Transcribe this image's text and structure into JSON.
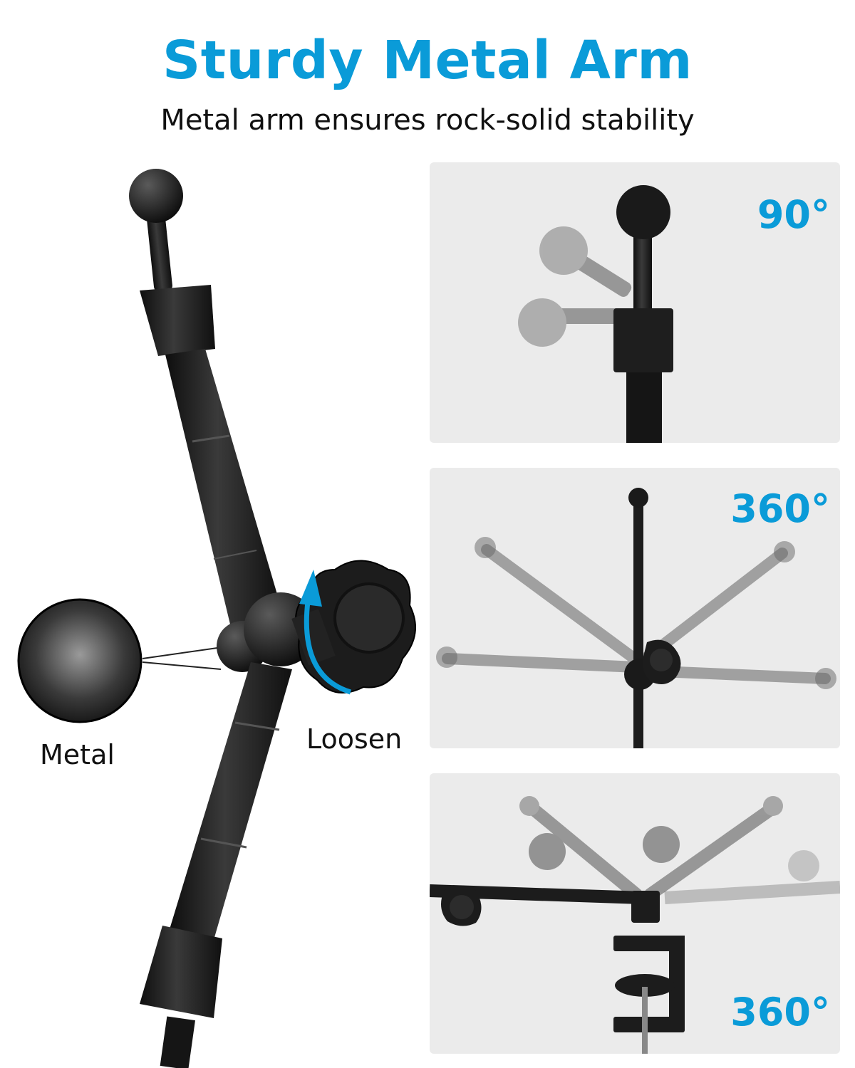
{
  "header": {
    "title": "Sturdy Metal Arm",
    "subtitle": "Metal arm ensures rock-solid stability"
  },
  "hero": {
    "metal_label": "Metal",
    "loosen_label": "Loosen"
  },
  "panels": [
    {
      "angle_label": "90°"
    },
    {
      "angle_label": "360°"
    },
    {
      "angle_label": "360°"
    }
  ],
  "colors": {
    "accent": "#0a9bd8",
    "text": "#111111",
    "panel_bg": "#ebebeb",
    "arm_dark": "#1c1c1c"
  },
  "icons": [
    "rotate-arrow-icon",
    "knob-icon",
    "ball-head-icon",
    "clamp-icon"
  ]
}
